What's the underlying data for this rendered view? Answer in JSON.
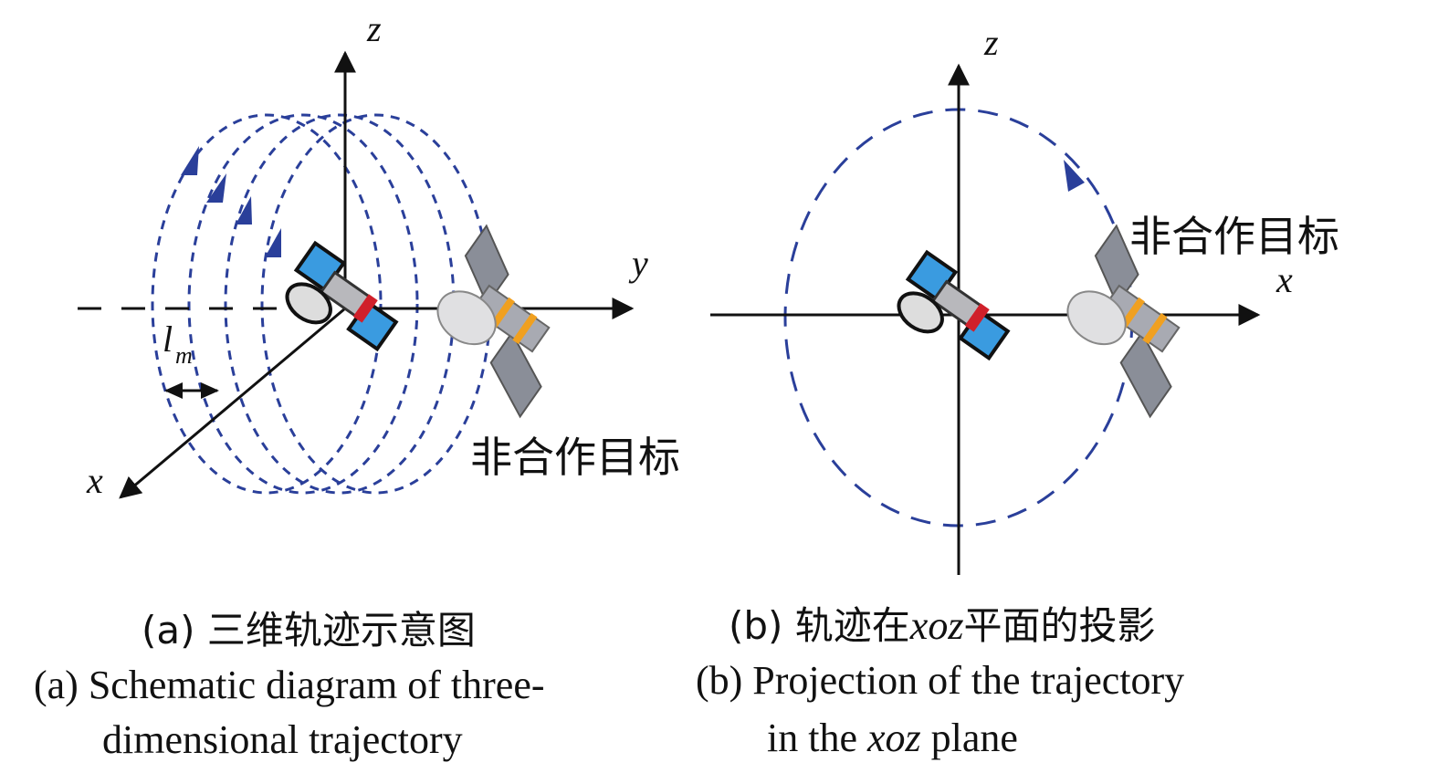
{
  "panel_a": {
    "axis_z": "z",
    "axis_y": "y",
    "axis_x": "x",
    "spacing_label": "l",
    "spacing_sub": "m",
    "target_label": "非合作目标",
    "caption_cn": "(a) 三维轨迹示意图",
    "caption_en_1": "(a)  Schematic diagram of three-",
    "caption_en_2": "dimensional trajectory"
  },
  "panel_b": {
    "axis_z": "z",
    "axis_x": "x",
    "target_label": "非合作目标",
    "caption_cn_pre": "(b) 轨迹在",
    "caption_cn_it": "xoz",
    "caption_cn_post": "平面的投影",
    "caption_en_1": "(b) Projection of the trajectory",
    "caption_en_2_pre": "in the ",
    "caption_en_2_it": "xoz",
    "caption_en_2_post": " plane"
  },
  "colors": {
    "orbit": "#2a3f9a",
    "panel": "#3a9be0",
    "accent_red": "#d0202a",
    "accent_orange": "#f0a020"
  }
}
